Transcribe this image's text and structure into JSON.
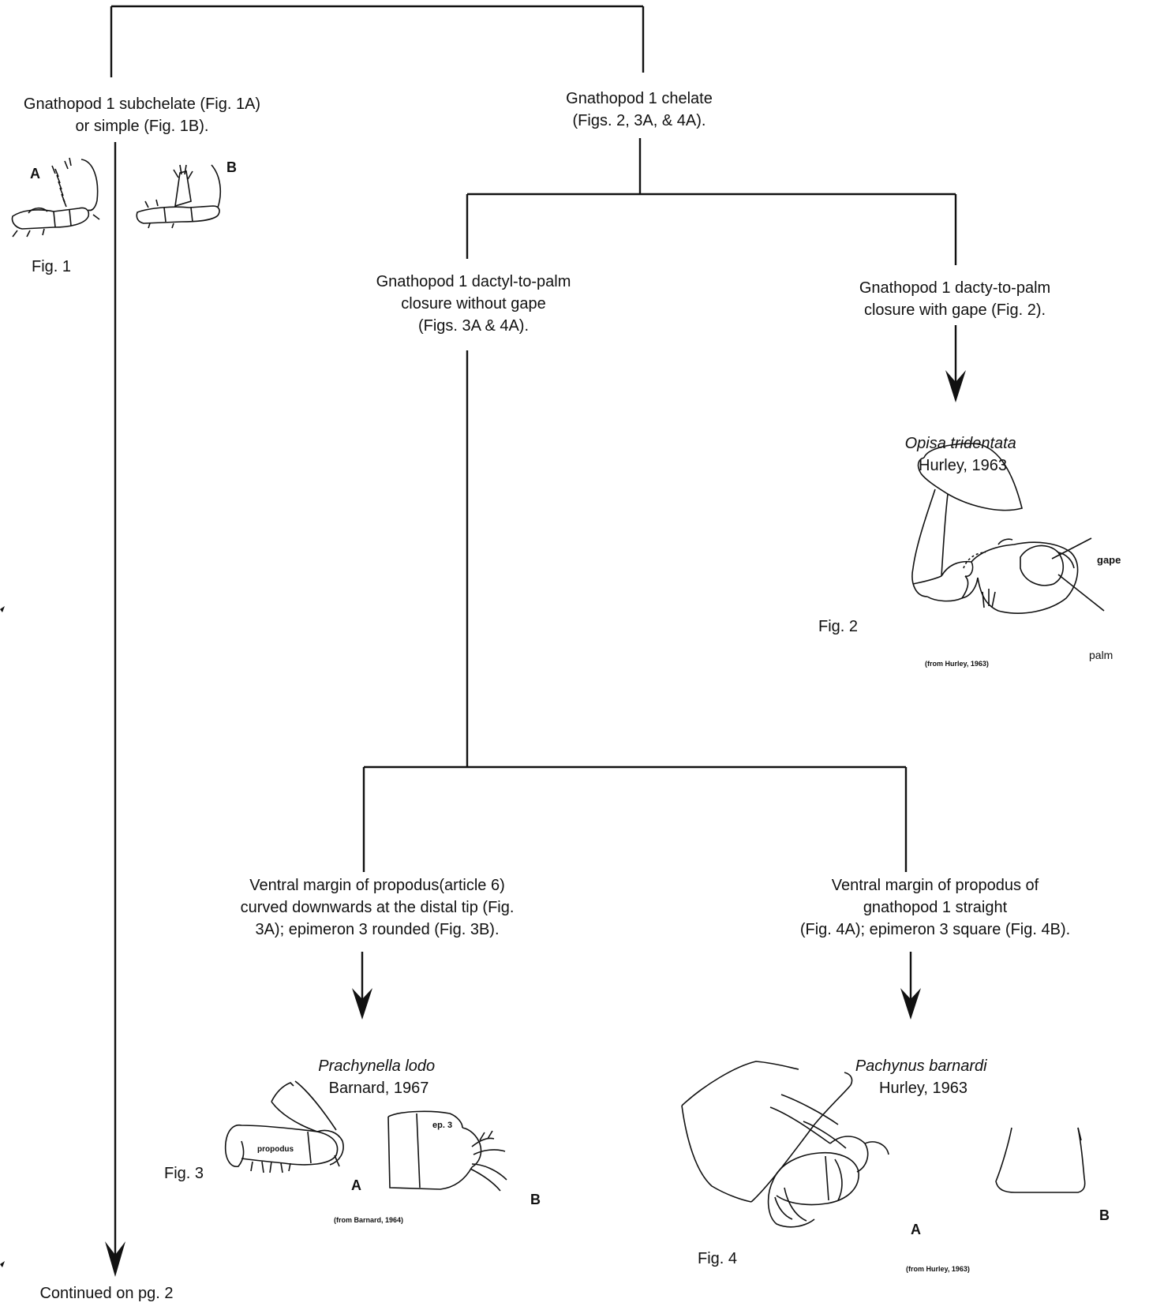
{
  "couplets": {
    "c1_left": "Gnathopod 1  subchelate (Fig. 1A)\nor simple (Fig. 1B).",
    "c1_right": "Gnathopod 1 chelate\n(Figs. 2, 3A, & 4A).",
    "c2_left": "Gnathopod 1 dactyl-to-palm\nclosure without gape\n(Figs. 3A & 4A).",
    "c2_right": "Gnathopod 1 dacty-to-palm\nclosure with gape  (Fig. 2).",
    "c3_left": "Ventral margin of propodus(article 6)\ncurved downwards at the distal tip (Fig.\n3A);   epimeron 3 rounded (Fig. 3B).",
    "c3_right": "Ventral margin of propodus of\ngnathopod 1 straight\n(Fig.  4A); epimeron 3 square (Fig. 4B)."
  },
  "species": {
    "opisa": {
      "genus_species": "Opisa tridentata",
      "authority": "Hurley, 1963"
    },
    "prachynella": {
      "genus_species": "Prachynella lodo",
      "authority": "Barnard, 1967"
    },
    "pachynus": {
      "genus_species": "Pachynus barnardi",
      "authority": "Hurley, 1963"
    }
  },
  "figures": {
    "fig1": {
      "label": "Fig. 1",
      "panel_a": "A",
      "panel_b": "B"
    },
    "fig2": {
      "label": "Fig. 2",
      "gape": "gape",
      "palm": "palm",
      "credit": "(from Hurley, 1963)"
    },
    "fig3": {
      "label": "Fig. 3",
      "propodus": "propodus",
      "ep3": "ep. 3",
      "panel_a": "A",
      "panel_b": "B",
      "credit": "(from Barnard, 1964)"
    },
    "fig4": {
      "label": "Fig. 4",
      "panel_a": "A",
      "panel_b": "B",
      "credit": "(from Hurley, 1963)"
    }
  },
  "footer": {
    "continued": "Continued on pg. 2"
  }
}
